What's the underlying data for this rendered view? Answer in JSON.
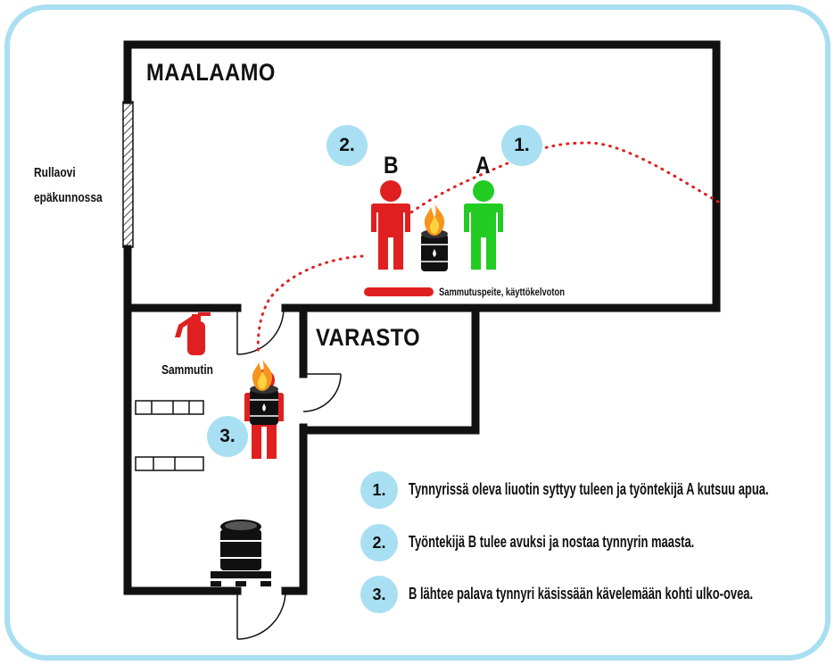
{
  "rooms": {
    "maalaamo": "MAALAAMO",
    "varasto": "VARASTO"
  },
  "labels": {
    "rullaovi_line1": "Rullaovi",
    "rullaovi_line2": "epäkunnossa",
    "sammutin": "Sammutin",
    "sammutuspeite": "Sammutuspeite, käyttökelvoton"
  },
  "persons": {
    "a": "A",
    "b": "B"
  },
  "markers": {
    "m1": "1.",
    "m2": "2.",
    "m3": "3."
  },
  "legend": [
    {
      "num": "1.",
      "text": "Tynnyrissä oleva liuotin syttyy tuleen ja työntekijä A kutsuu apua."
    },
    {
      "num": "2.",
      "text": "Työntekijä B tulee avuksi ja nostaa tynnyrin maasta."
    },
    {
      "num": "3.",
      "text": "B lähtee palava tynnyri käsissään kävelemään kohti ulko-ovea."
    }
  ],
  "colors": {
    "frame": "#a8dff2",
    "wall": "#111111",
    "person_a": "#22cc22",
    "person_b": "#e02020",
    "path": "#e02020",
    "badge": "#a8dff2"
  }
}
